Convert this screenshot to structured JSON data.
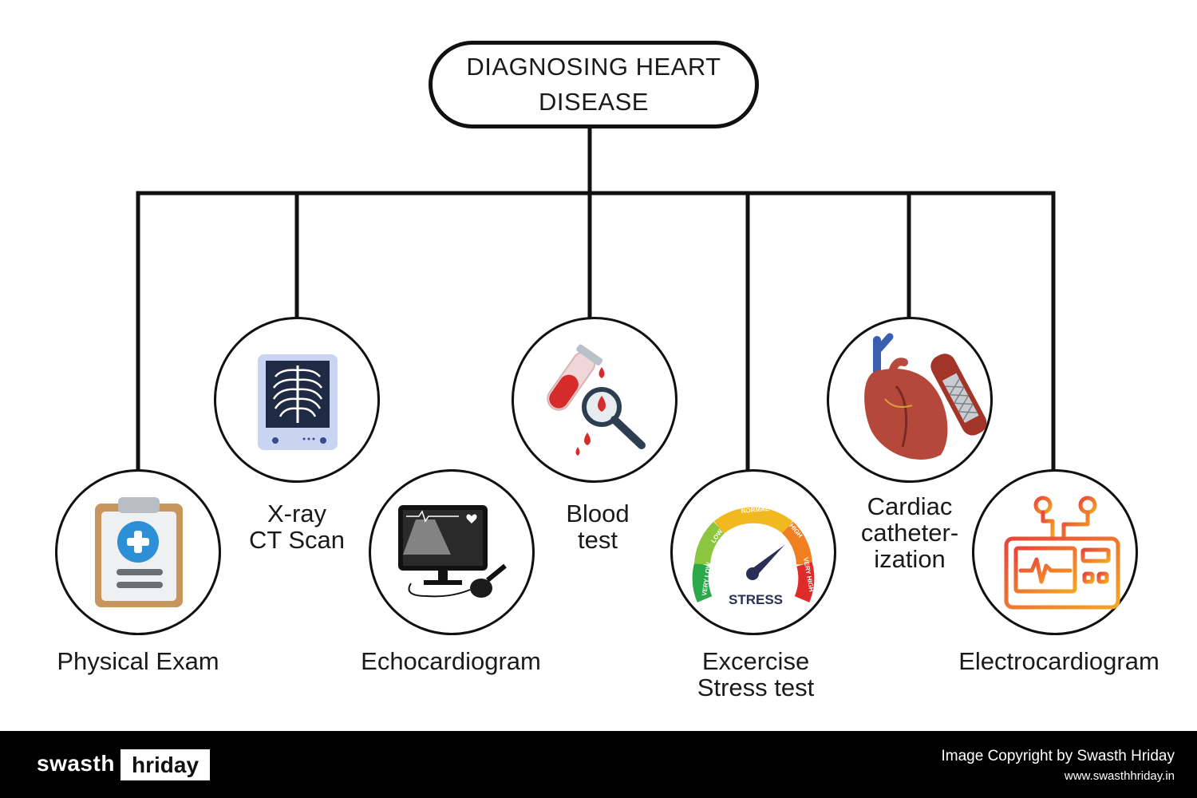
{
  "diagram": {
    "title": "DIAGNOSING HEART\nDISEASE",
    "nodes": [
      {
        "label": "Physical Exam",
        "icon": "clipboard-medical-icon"
      },
      {
        "label": "X-ray\nCT Scan",
        "icon": "xray-ribcage-icon"
      },
      {
        "label": "Echocardiogram",
        "icon": "ultrasound-monitor-icon"
      },
      {
        "label": "Blood\ntest",
        "icon": "blood-test-tube-icon"
      },
      {
        "label": "Excercise\nStress test",
        "icon": "stress-gauge-icon"
      },
      {
        "label": "Cardiac\ncatheter-\nization",
        "icon": "heart-stent-icon"
      },
      {
        "label": "Electrocardiogram",
        "icon": "ecg-machine-icon"
      }
    ],
    "gauge": {
      "segments": [
        "VERY LOW",
        "LOW",
        "NORMAL",
        "HIGH",
        "VERY HIGH"
      ],
      "caption": "STRESS"
    }
  },
  "footer": {
    "brand_part1": "swasth",
    "brand_part2": "hriday",
    "copyright": "Image Copyright by Swasth Hriday",
    "website": "www.swasthhriday.in"
  },
  "colors": {
    "line": "#111111",
    "footer_bg": "#000000",
    "accent_red": "#d62b2b"
  }
}
